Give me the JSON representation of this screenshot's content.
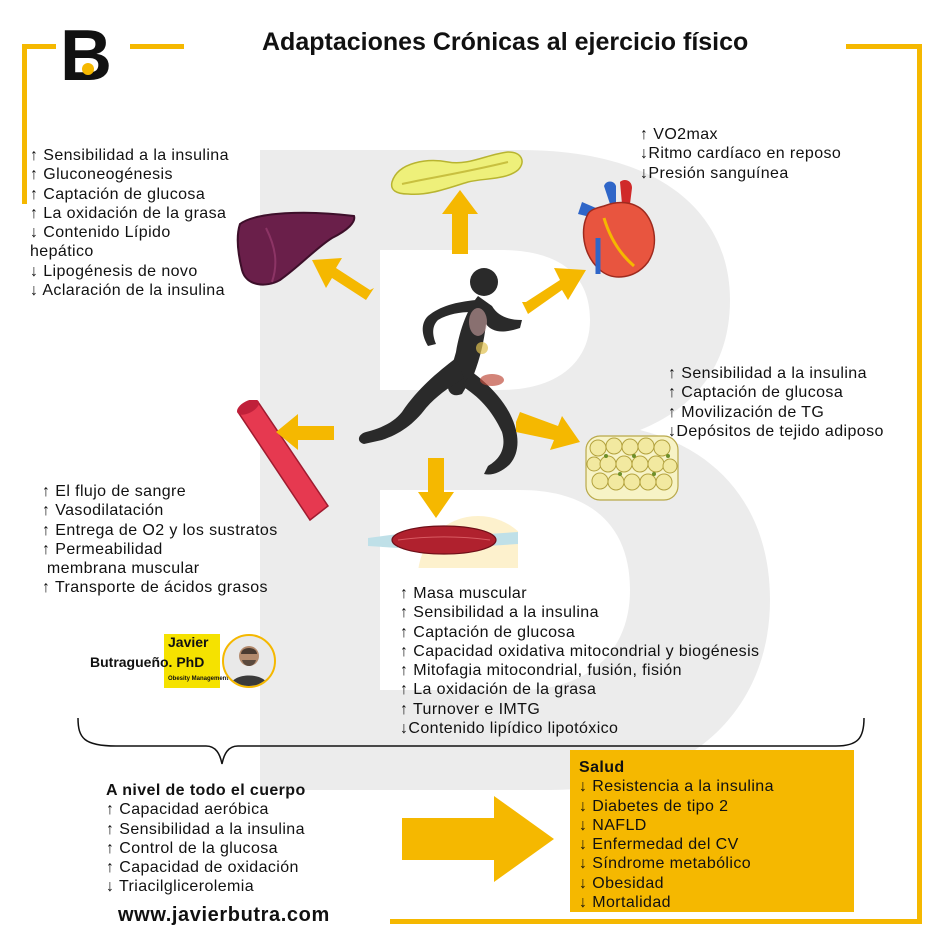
{
  "title": "Adaptaciones Crónicas al ejercicio físico",
  "logo_letter": "B",
  "colors": {
    "accent": "#f5b800",
    "text": "#111111",
    "watermark": "#ececec"
  },
  "liver_list": [
    "↑ Sensibilidad a la insulina",
    "↑ Gluconeogénesis",
    "↑ Captación de glucosa",
    "↑ La oxidación de la grasa",
    "↓ Contenido Lípido",
    "hepático",
    "↓ Lipogénesis de novo",
    "↓ Aclaración de la insulina"
  ],
  "heart_list": [
    "↑ VO2max",
    "↓Ritmo cardíaco en reposo",
    "↓Presión sanguínea"
  ],
  "adipose_list": [
    "↑ Sensibilidad a la insulina",
    "↑ Captación de glucosa",
    "↑ Movilización de TG",
    "↓Depósitos de tejido adiposo"
  ],
  "vessel_list": [
    "↑ El flujo de sangre",
    "↑ Vasodilatación",
    "↑ Entrega de O2 y los sustratos",
    "↑ Permeabilidad",
    " membrana muscular",
    "↑ Transporte de ácidos grasos"
  ],
  "muscle_list": [
    "↑ Masa muscular",
    "↑ Sensibilidad a la insulina",
    "↑ Captación de glucosa",
    "↑ Capacidad oxidativa mitocondrial y biogénesis",
    "↑ Mitofagia mitocondrial, fusión, fisión",
    "↑ La oxidación de la grasa",
    "↑ Turnover e IMTG",
    "↓Contenido lipídico lipotóxico"
  ],
  "whole_body": {
    "heading": "A nivel de todo el cuerpo",
    "items": [
      "↑ Capacidad aeróbica",
      "↑ Sensibilidad a la insulina",
      "↑ Control de la glucosa",
      "↑ Capacidad de oxidación",
      "↓ Triacilglicerolemia"
    ]
  },
  "salud": {
    "heading": "Salud",
    "items": [
      "↓ Resistencia a la insulina",
      "↓ Diabetes de tipo 2",
      "↓ NAFLD",
      "↓ Enfermedad del CV",
      "↓ Síndrome metabólico",
      "↓ Obesidad",
      "↓ Mortalidad"
    ]
  },
  "author": {
    "name_line1": "Javier",
    "name_line2": "Butragueño. PhD",
    "subtitle": "Obesity Management School"
  },
  "website": "www.javierbutra.com"
}
